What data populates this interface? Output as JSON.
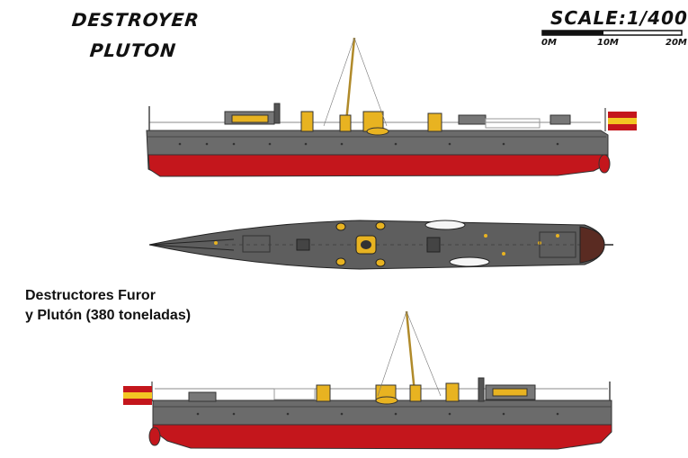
{
  "title_line1": "DESTROYER",
  "title_line2": "PLUTON",
  "scale": {
    "label": "SCALE:1/400",
    "ticks": [
      "0M",
      "10M",
      "20M"
    ]
  },
  "caption": {
    "line1": "Destructores Furor",
    "line2": "y Plutón (380 toneladas)"
  },
  "colors": {
    "hull": "#6b6b6b",
    "waterline": "#c4161c",
    "funnel": "#e8b321",
    "deck": "#5e5e5e",
    "flag_red": "#c4161c",
    "flag_yellow": "#f3c623"
  }
}
